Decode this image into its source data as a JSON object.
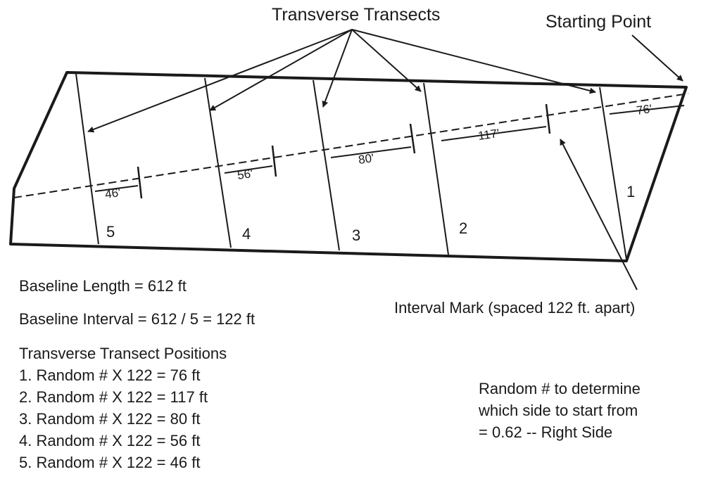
{
  "labels": {
    "transverse_transects": "Transverse Transects",
    "starting_point": "Starting Point",
    "interval_mark": "Interval Mark (spaced 122 ft. apart)"
  },
  "transect_numbers": [
    "1",
    "2",
    "3",
    "4",
    "5"
  ],
  "distances": [
    "76'",
    "117'",
    "80'",
    "56'",
    "46'"
  ],
  "notes": {
    "baseline_length": "Baseline Length = 612 ft",
    "baseline_interval": "Baseline Interval = 612 / 5 = 122 ft",
    "positions_title": "Transverse Transect Positions",
    "positions": [
      "1. Random # X 122 = 76 ft",
      "2. Random # X 122 = 117 ft",
      "3. Random # X 122 = 80 ft",
      "4. Random # X 122 = 56 ft",
      "5. Random # X 122 = 46 ft"
    ]
  },
  "random_note": [
    "Random # to determine",
    "which side to start from",
    "= 0.62 -- Right Side"
  ]
}
